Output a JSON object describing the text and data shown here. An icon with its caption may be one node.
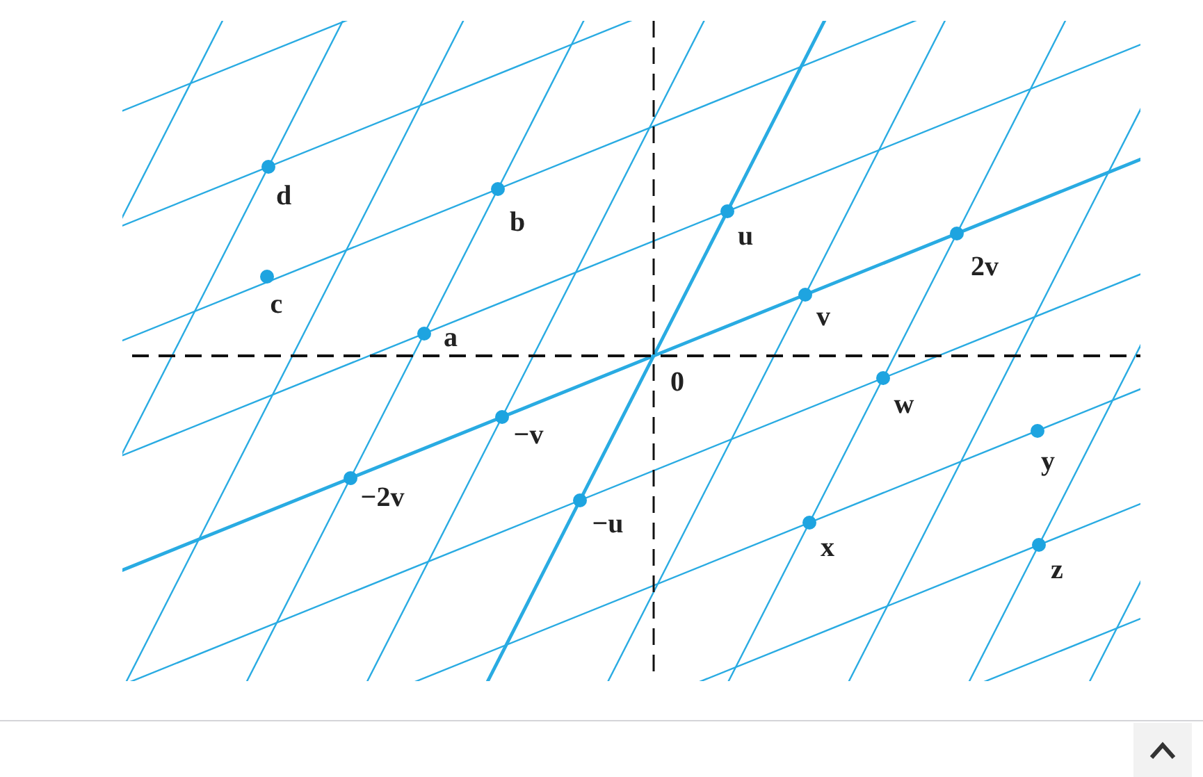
{
  "diagram": {
    "nodes": [
      {
        "text": [
          "d"
        ]
      },
      {
        "text": [
          "b"
        ]
      },
      {
        "text": [
          "u"
        ]
      },
      {
        "text": [
          "2v"
        ]
      },
      {
        "text": [
          "c"
        ]
      },
      {
        "text": [
          "v"
        ]
      },
      {
        "text": [
          "a"
        ]
      },
      {
        "text": [
          "0"
        ]
      },
      {
        "text": [
          "w"
        ]
      },
      {
        "text": [
          "−v"
        ]
      },
      {
        "text": [
          "y"
        ]
      },
      {
        "text": [
          "−2v"
        ]
      },
      {
        "text": [
          "−u"
        ]
      },
      {
        "text": [
          "x"
        ]
      },
      {
        "text": [
          "z"
        ]
      }
    ]
  }
}
